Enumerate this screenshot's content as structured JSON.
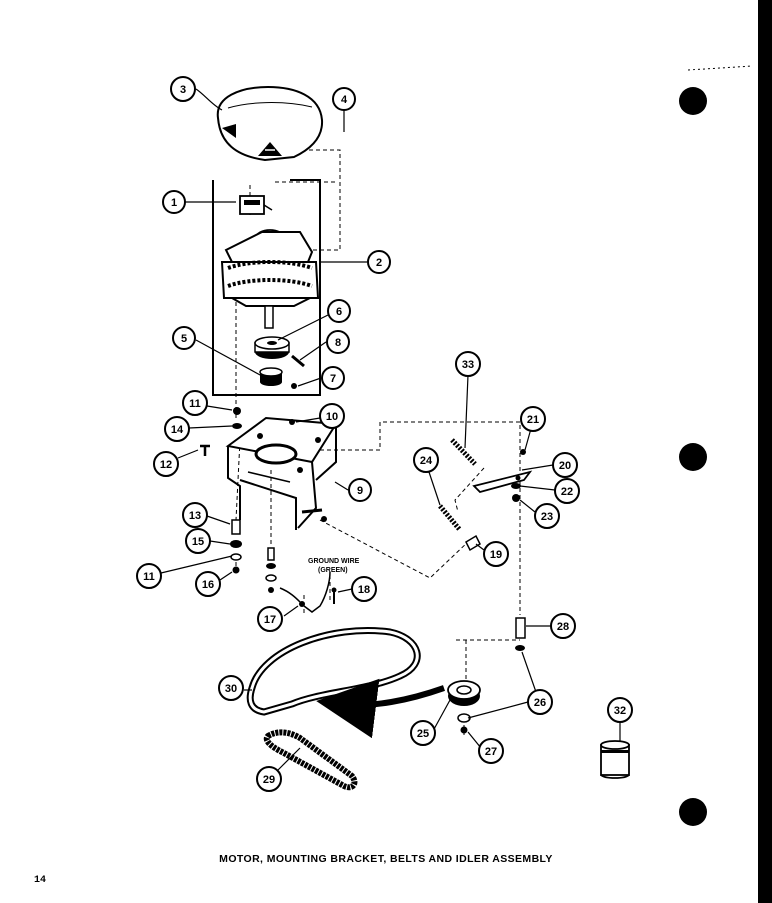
{
  "caption": "MOTOR, MOUNTING BRACKET, BELTS AND IDLER ASSEMBLY",
  "page_number": "14",
  "callouts": [
    {
      "key": "c3",
      "label": "3"
    },
    {
      "key": "c4",
      "label": "4"
    },
    {
      "key": "c1",
      "label": "1"
    },
    {
      "key": "c2",
      "label": "2"
    },
    {
      "key": "c6",
      "label": "6"
    },
    {
      "key": "c8",
      "label": "8"
    },
    {
      "key": "c5",
      "label": "5"
    },
    {
      "key": "c7",
      "label": "7"
    },
    {
      "key": "c11a",
      "label": "11"
    },
    {
      "key": "c10",
      "label": "10"
    },
    {
      "key": "c14",
      "label": "14"
    },
    {
      "key": "c12",
      "label": "12"
    },
    {
      "key": "c9",
      "label": "9"
    },
    {
      "key": "c13",
      "label": "13"
    },
    {
      "key": "c15",
      "label": "15"
    },
    {
      "key": "c11b",
      "label": "11"
    },
    {
      "key": "c16",
      "label": "16"
    },
    {
      "key": "c17",
      "label": "17"
    },
    {
      "key": "c18",
      "label": "18"
    },
    {
      "key": "c33",
      "label": "33"
    },
    {
      "key": "c21",
      "label": "21"
    },
    {
      "key": "c24",
      "label": "24"
    },
    {
      "key": "c20",
      "label": "20"
    },
    {
      "key": "c22",
      "label": "22"
    },
    {
      "key": "c23",
      "label": "23"
    },
    {
      "key": "c19",
      "label": "19"
    },
    {
      "key": "c28",
      "label": "28"
    },
    {
      "key": "c26",
      "label": "26"
    },
    {
      "key": "c30",
      "label": "30"
    },
    {
      "key": "c25",
      "label": "25"
    },
    {
      "key": "c27",
      "label": "27"
    },
    {
      "key": "c32",
      "label": "32"
    },
    {
      "key": "c29",
      "label": "29"
    }
  ],
  "ground_wire_note": {
    "line1": "GROUND WIRE",
    "line2": "(GREEN)"
  }
}
